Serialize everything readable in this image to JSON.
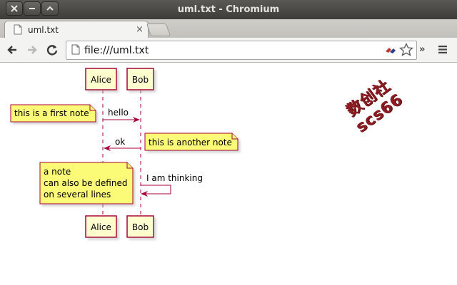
{
  "window": {
    "title": "uml.txt - Chromium"
  },
  "tab": {
    "label": "uml.txt"
  },
  "omnibox": {
    "url": "file:///uml.txt"
  },
  "diagram": {
    "participants": {
      "alice": "Alice",
      "bob": "Bob"
    },
    "messages": {
      "hello": "hello",
      "ok": "ok",
      "thinking": "I am thinking"
    },
    "notes": {
      "first": "this is a first note",
      "another": "this is another note",
      "multi": [
        "a note",
        "can also be defined",
        "on several lines"
      ]
    }
  },
  "watermark": {
    "text": "数创社scs66"
  },
  "colors": {
    "participant_fill": "#fefece",
    "participant_border": "#a80036",
    "note_fill": "#fbfb77",
    "arrow": "#a80036",
    "watermark": "#8c1c22"
  }
}
